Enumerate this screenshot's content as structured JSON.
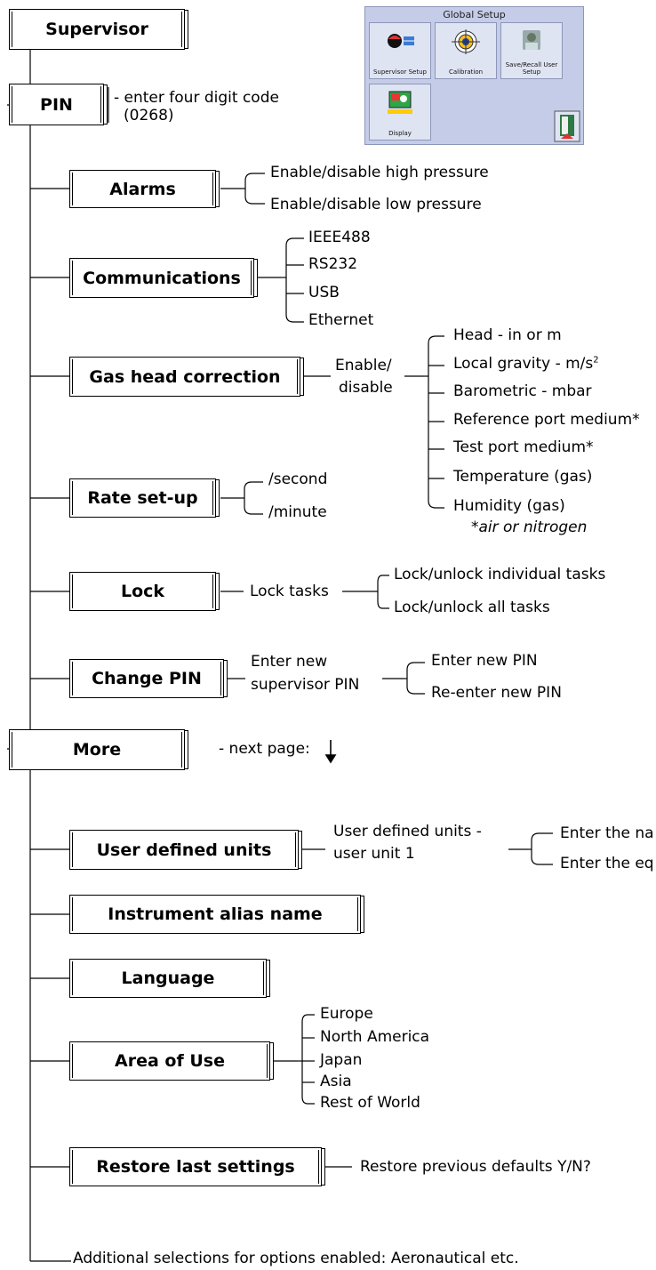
{
  "boxes": {
    "supervisor": "Supervisor",
    "pin": "PIN",
    "alarms": "Alarms",
    "communications": "Communications",
    "gas_head": "Gas head correction",
    "rate": "Rate set-up",
    "lock": "Lock",
    "change_pin": "Change PIN",
    "more": "More",
    "user_units": "User defined units",
    "alias": "Instrument alias name",
    "language": "Language",
    "area": "Area of Use",
    "restore": "Restore last settings"
  },
  "pin_note_1": "- enter four digit code",
  "pin_note_2": "(0268)",
  "alarms_opts": [
    "Enable/disable high pressure",
    "Enable/disable low pressure"
  ],
  "comm_opts": [
    "IEEE488",
    "RS232",
    "USB",
    "Ethernet"
  ],
  "gas_mid_1": "Enable/",
  "gas_mid_2": "disable",
  "gas_opts": [
    "Head - in or m",
    "Local gravity - m/s",
    "Barometric - mbar",
    "Reference port medium*",
    "Test port medium*",
    "Temperature (gas)",
    "Humidity (gas)"
  ],
  "gas_sup": "2",
  "gas_note": "*air or nitrogen",
  "rate_opts": [
    "/second",
    "/minute"
  ],
  "lock_mid": "Lock tasks",
  "lock_opts": [
    "Lock/unlock individual tasks",
    "Lock/unlock all tasks"
  ],
  "cpin_mid_1": "Enter new",
  "cpin_mid_2": "supervisor PIN",
  "cpin_opts": [
    "Enter new PIN",
    "Re-enter new PIN"
  ],
  "more_note": "- next page:",
  "uu_mid_1": "User defined units -",
  "uu_mid_2": "user unit 1",
  "uu_opts": [
    "Enter the na",
    "Enter the eq"
  ],
  "area_opts": [
    "Europe",
    "North America",
    "Japan",
    "Asia",
    "Rest of World"
  ],
  "restore_opt": "Restore previous defaults Y/N?",
  "footer": "Additional selections for options enabled: Aeronautical etc.",
  "panel": {
    "title": "Global Setup",
    "buttons": [
      "Supervisor Setup",
      "Calibration",
      "Save/Recall User Setup",
      "Display"
    ]
  }
}
